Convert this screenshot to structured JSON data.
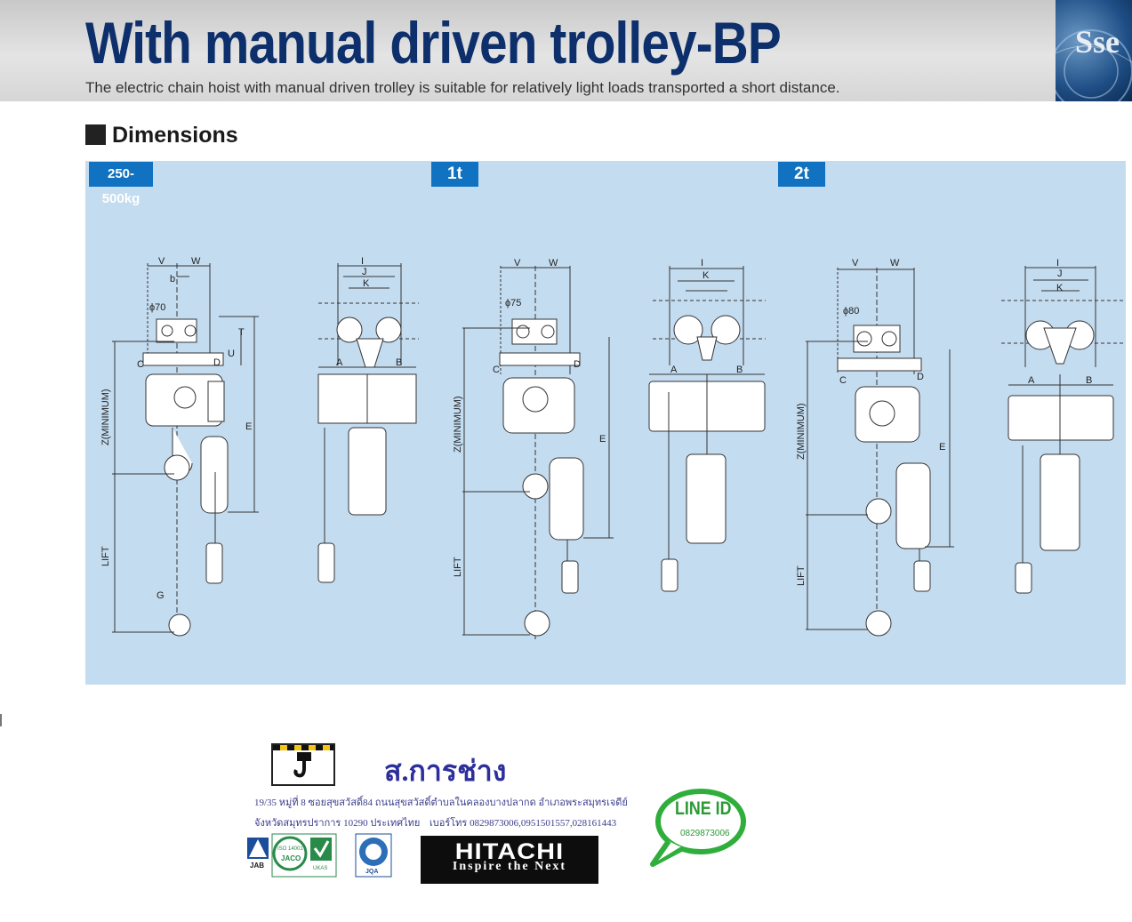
{
  "header": {
    "title": "With manual driven trolley-BP",
    "subtitle": "The electric chain hoist with manual driven trolley is suitable for relatively light loads transported a short distance.",
    "corner_logo": "Sse"
  },
  "section": {
    "title": "Dimensions"
  },
  "capacity_tags": [
    "250-500kg",
    "1t",
    "2t"
  ],
  "dimension_labels": {
    "side_top": [
      "V",
      "W",
      "b"
    ],
    "front_top": [
      "I",
      "J",
      "K"
    ],
    "side_body": [
      "C",
      "D",
      "E",
      "T",
      "U",
      "G"
    ],
    "front_body": [
      "A",
      "B"
    ],
    "vertical": [
      "Z(MINIMUM)",
      "LIFT"
    ]
  },
  "wheel_diameters": [
    "ϕ70",
    "ϕ75",
    "ϕ80"
  ],
  "footer": {
    "company": "ส.การช่าง",
    "address_line1": "19/35 หมู่ที่ 8 ซอยสุขสวัสดิ์84 ถนนสุขสวัสดิ์ตำบลในคลองบางปลากด อำเภอพระสมุทรเจดีย์",
    "address_line2": "จังหวัดสมุทรปราการ 10290 ประเทศไทย",
    "phone_line": "เบอร์โทร 0829873006,0951501557,028161443",
    "cert_labels": [
      "JAB",
      "ISO 14001",
      "JACO",
      "UKAS",
      "JQA"
    ],
    "brand_main": "HITACHI",
    "brand_slogan": "Inspire the Next",
    "line_label": "LINE ID",
    "line_number": "0829873006"
  }
}
